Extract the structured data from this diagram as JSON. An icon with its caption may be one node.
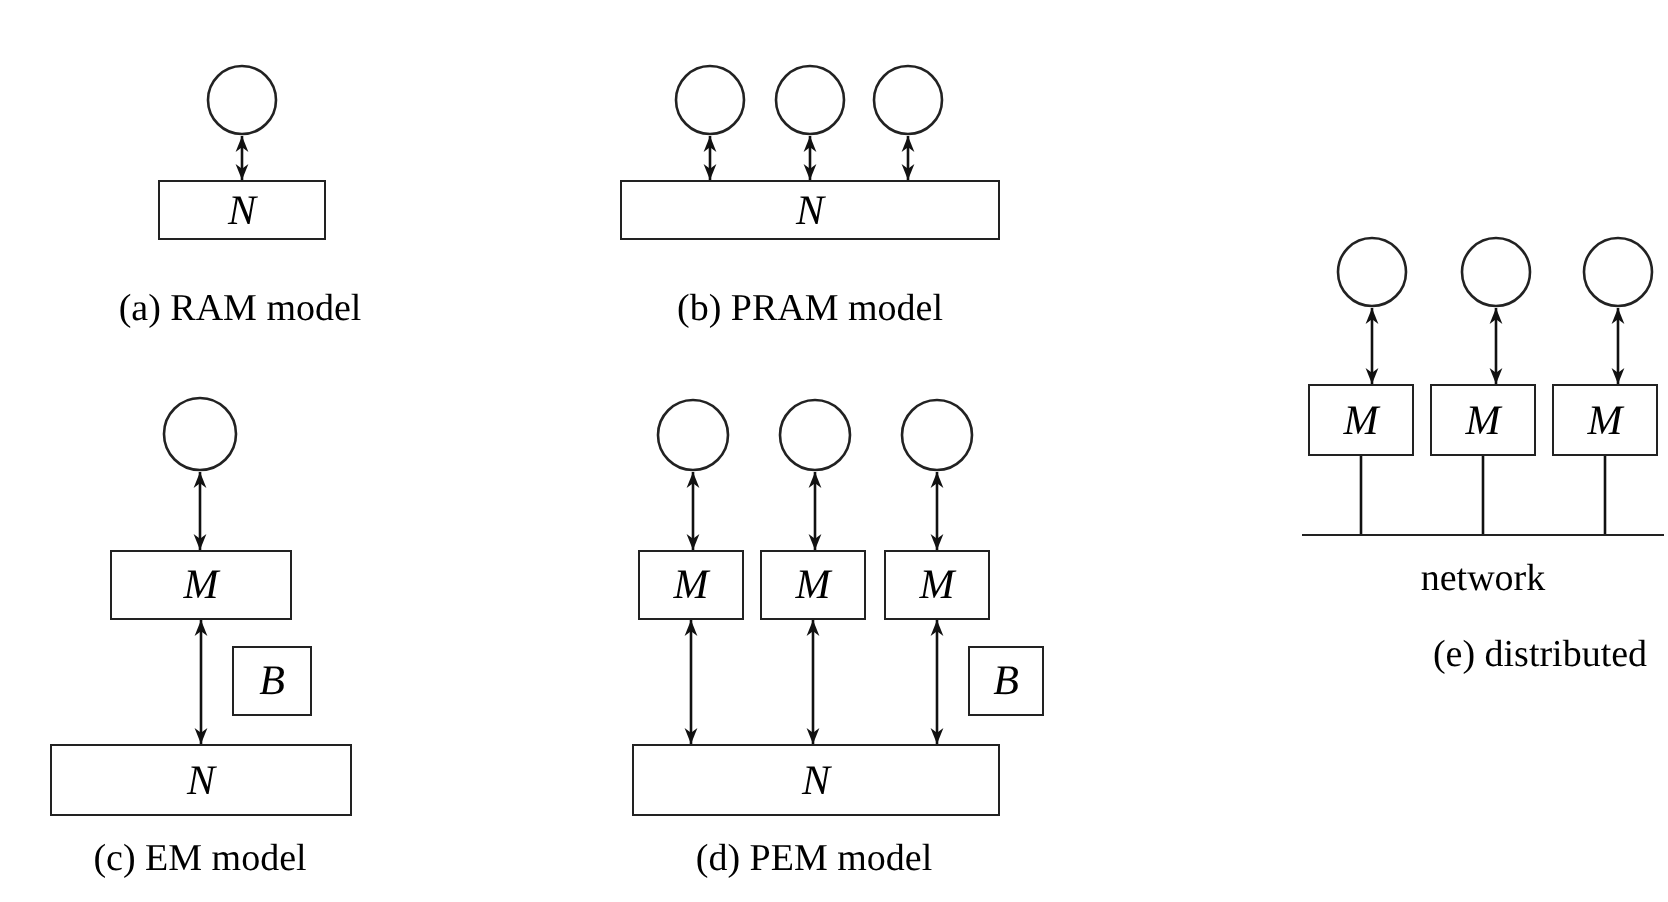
{
  "diagram": {
    "nodes": [
      {
        "text": [],
        "shape": "circle"
      },
      {
        "text": [
          "N"
        ]
      },
      {
        "text": [],
        "shape": "circle"
      },
      {
        "text": [],
        "shape": "circle"
      },
      {
        "text": [],
        "shape": "circle"
      },
      {
        "text": [
          "N"
        ]
      },
      {
        "text": [],
        "shape": "circle"
      },
      {
        "text": [
          "M"
        ]
      },
      {
        "text": [
          "B"
        ]
      },
      {
        "text": [
          "N"
        ]
      },
      {
        "text": [],
        "shape": "circle"
      },
      {
        "text": [],
        "shape": "circle"
      },
      {
        "text": [],
        "shape": "circle"
      },
      {
        "text": [
          "M"
        ]
      },
      {
        "text": [
          "M"
        ]
      },
      {
        "text": [
          "M"
        ]
      },
      {
        "text": [
          "B"
        ]
      },
      {
        "text": [
          "N"
        ]
      },
      {
        "text": [],
        "shape": "circle"
      },
      {
        "text": [],
        "shape": "circle"
      },
      {
        "text": [],
        "shape": "circle"
      },
      {
        "text": [
          "M"
        ]
      },
      {
        "text": [
          "M"
        ]
      },
      {
        "text": [
          "M"
        ]
      },
      {
        "text": [
          "network"
        ]
      }
    ],
    "edges": [
      {
        "from": 0,
        "to": 1,
        "arrow": "both"
      },
      {
        "from": 2,
        "to": 5,
        "arrow": "both"
      },
      {
        "from": 3,
        "to": 5,
        "arrow": "both"
      },
      {
        "from": 4,
        "to": 5,
        "arrow": "both"
      },
      {
        "from": 6,
        "to": 7,
        "arrow": "both"
      },
      {
        "from": 7,
        "to": 9,
        "arrow": "both"
      },
      {
        "from": 10,
        "to": 13,
        "arrow": "both"
      },
      {
        "from": 11,
        "to": 14,
        "arrow": "both"
      },
      {
        "from": 12,
        "to": 15,
        "arrow": "both"
      },
      {
        "from": 13,
        "to": 17,
        "arrow": "both"
      },
      {
        "from": 14,
        "to": 17,
        "arrow": "both"
      },
      {
        "from": 15,
        "to": 17,
        "arrow": "both"
      },
      {
        "from": 18,
        "to": 21,
        "arrow": "both"
      },
      {
        "from": 19,
        "to": 22,
        "arrow": "both"
      },
      {
        "from": 20,
        "to": 23,
        "arrow": "both"
      },
      {
        "from": 21,
        "to": 24,
        "arrow": "none"
      },
      {
        "from": 22,
        "to": 24,
        "arrow": "none"
      },
      {
        "from": 23,
        "to": 24,
        "arrow": "none"
      }
    ],
    "labels": [
      "(a) RAM model",
      "(b) PRAM model",
      "(e) distributed",
      "(c) EM model",
      "(d) PEM model"
    ]
  }
}
